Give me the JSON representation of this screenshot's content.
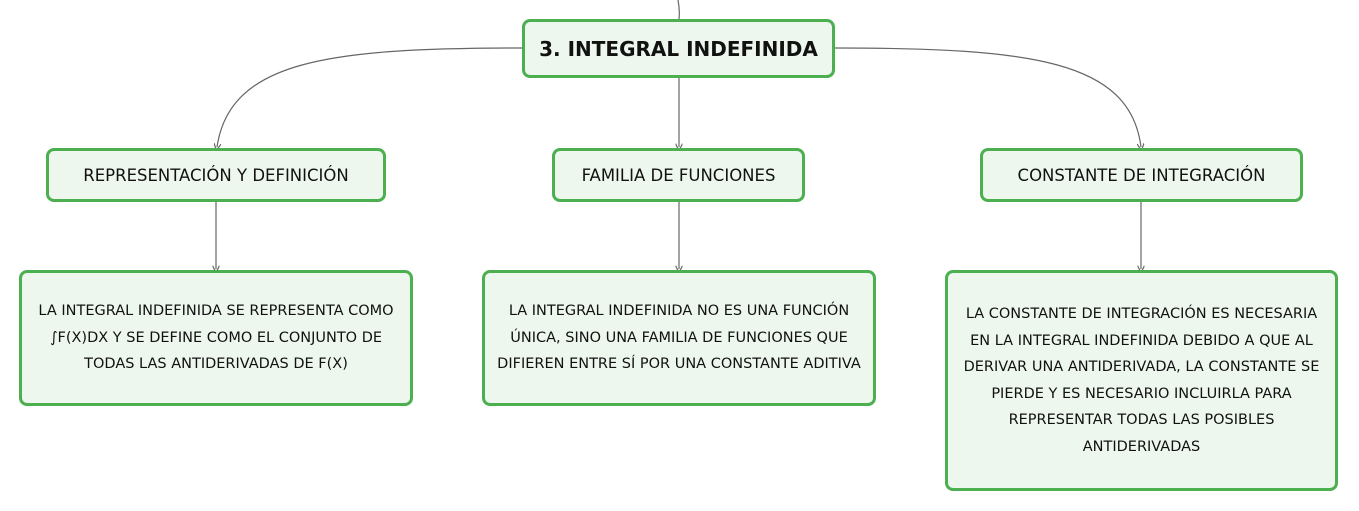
{
  "colors": {
    "border": "#4caf50",
    "fill": "#eef7ee",
    "connector": "#666666"
  },
  "root": {
    "label": "3. INTEGRAL INDEFINIDA"
  },
  "branches": [
    {
      "label": "REPRESENTACIÓN Y DEFINICIÓN",
      "detail": "LA INTEGRAL INDEFINIDA SE REPRESENTA COMO ∫F(X)DX Y SE DEFINE COMO EL CONJUNTO DE TODAS LAS ANTIDERIVADAS DE F(X)"
    },
    {
      "label": "FAMILIA DE FUNCIONES",
      "detail": "LA INTEGRAL INDEFINIDA NO ES UNA FUNCIÓN ÚNICA, SINO UNA FAMILIA DE FUNCIONES QUE DIFIEREN ENTRE SÍ POR UNA CONSTANTE ADITIVA"
    },
    {
      "label": "CONSTANTE DE INTEGRACIÓN",
      "detail": "LA CONSTANTE DE INTEGRACIÓN ES NECESARIA EN LA INTEGRAL INDEFINIDA DEBIDO A QUE AL DERIVAR UNA ANTIDERIVADA, LA CONSTANTE SE PIERDE Y ES NECESARIO INCLUIRLA PARA REPRESENTAR TODAS LAS POSIBLES ANTIDERIVADAS"
    }
  ]
}
